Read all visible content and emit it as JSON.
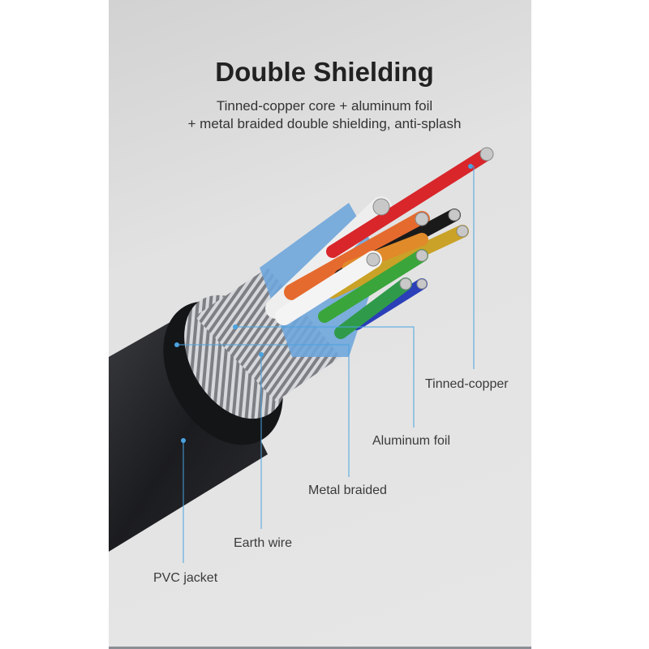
{
  "title": "Double Shielding",
  "subtitle_line1": "Tinned-copper core + aluminum foil",
  "subtitle_line2": "+ metal  braided  double shielding, anti-splash",
  "callouts": {
    "tinned_copper": "Tinned-copper",
    "aluminum_foil": "Aluminum foil",
    "metal_braided": "Metal  braided",
    "earth_wire": "Earth wire",
    "pvc_jacket": "PVC  jacket"
  },
  "colors": {
    "accent_line": "#4aa3e0",
    "jacket": "#1e1f22"
  }
}
